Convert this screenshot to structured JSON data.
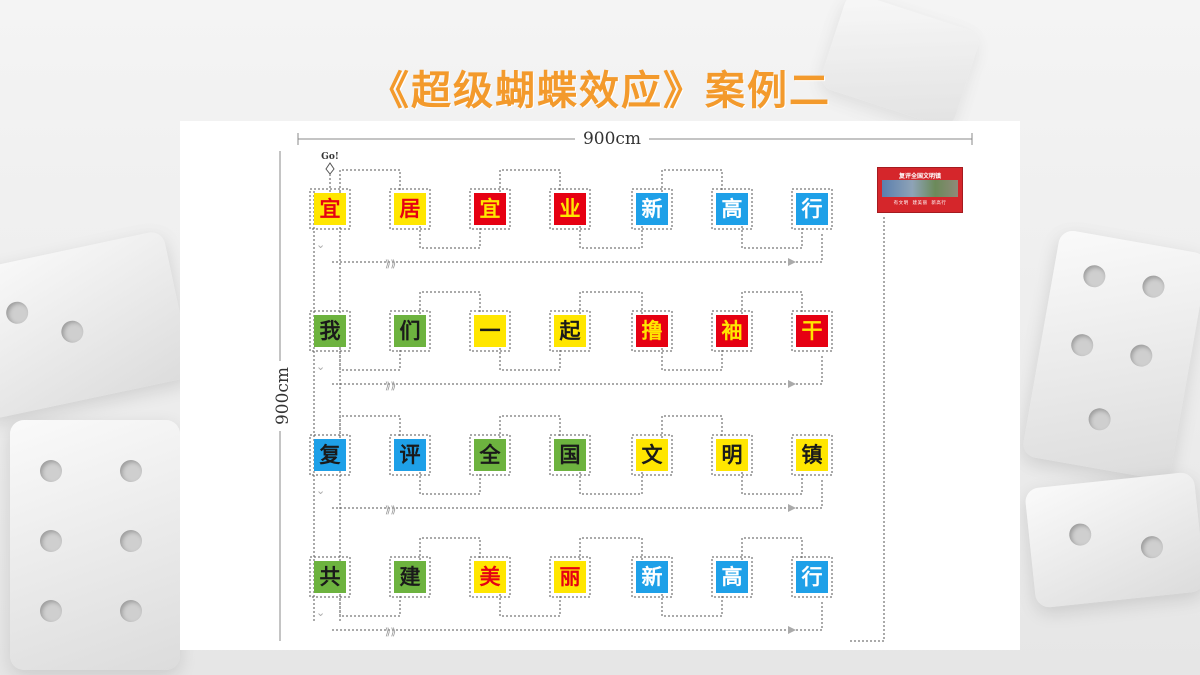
{
  "title": "《超级蝴蝶效应》案例二",
  "diagram": {
    "width_label": "900cm",
    "height_label": "900cm",
    "start_label": "Go!",
    "banner": {
      "title": "复评全国文明镇",
      "footer_items": [
        "有文明",
        "建美丽",
        "新高行"
      ]
    },
    "colors": {
      "yellow": "#ffe600",
      "red": "#e60012",
      "blue": "#1ea0e8",
      "green": "#6db33f",
      "dark_text": "#1a1a1a",
      "light_text": "#ffe600",
      "title_orange": "#f39a2c"
    },
    "rows": [
      [
        {
          "char": "宜",
          "bg": "yellow",
          "fg": "red"
        },
        {
          "char": "居",
          "bg": "yellow",
          "fg": "red"
        },
        {
          "char": "宜",
          "bg": "red",
          "fg": "yellow"
        },
        {
          "char": "业",
          "bg": "red",
          "fg": "yellow"
        },
        {
          "char": "新",
          "bg": "blue",
          "fg": "white"
        },
        {
          "char": "高",
          "bg": "blue",
          "fg": "white"
        },
        {
          "char": "行",
          "bg": "blue",
          "fg": "white"
        }
      ],
      [
        {
          "char": "我",
          "bg": "green",
          "fg": "dark"
        },
        {
          "char": "们",
          "bg": "green",
          "fg": "dark"
        },
        {
          "char": "一",
          "bg": "yellow",
          "fg": "dark"
        },
        {
          "char": "起",
          "bg": "yellow",
          "fg": "dark"
        },
        {
          "char": "撸",
          "bg": "red",
          "fg": "yellow"
        },
        {
          "char": "袖",
          "bg": "red",
          "fg": "yellow"
        },
        {
          "char": "干",
          "bg": "red",
          "fg": "yellow"
        }
      ],
      [
        {
          "char": "复",
          "bg": "blue",
          "fg": "dark"
        },
        {
          "char": "评",
          "bg": "blue",
          "fg": "dark"
        },
        {
          "char": "全",
          "bg": "green",
          "fg": "dark"
        },
        {
          "char": "国",
          "bg": "green",
          "fg": "dark"
        },
        {
          "char": "文",
          "bg": "yellow",
          "fg": "dark"
        },
        {
          "char": "明",
          "bg": "yellow",
          "fg": "dark"
        },
        {
          "char": "镇",
          "bg": "yellow",
          "fg": "dark"
        }
      ],
      [
        {
          "char": "共",
          "bg": "green",
          "fg": "dark"
        },
        {
          "char": "建",
          "bg": "green",
          "fg": "dark"
        },
        {
          "char": "美",
          "bg": "yellow",
          "fg": "red"
        },
        {
          "char": "丽",
          "bg": "yellow",
          "fg": "red"
        },
        {
          "char": "新",
          "bg": "blue",
          "fg": "white"
        },
        {
          "char": "高",
          "bg": "blue",
          "fg": "white"
        },
        {
          "char": "行",
          "bg": "blue",
          "fg": "white"
        }
      ]
    ]
  }
}
